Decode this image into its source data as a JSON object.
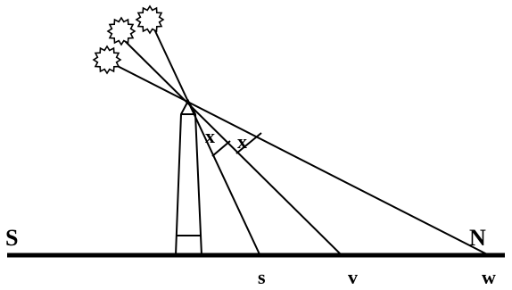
{
  "diagram": {
    "labels": {
      "south": "S",
      "north": "N",
      "shadow_s": "s",
      "shadow_v": "v",
      "shadow_w": "w",
      "angle_1": "x",
      "angle_2": "x"
    },
    "colors": {
      "stroke": "#000000",
      "background": "#ffffff"
    },
    "elements": {
      "suns": [
        "sun-icon",
        "sun-icon",
        "sun-icon"
      ],
      "obelisk": "obelisk-gnomon"
    }
  }
}
